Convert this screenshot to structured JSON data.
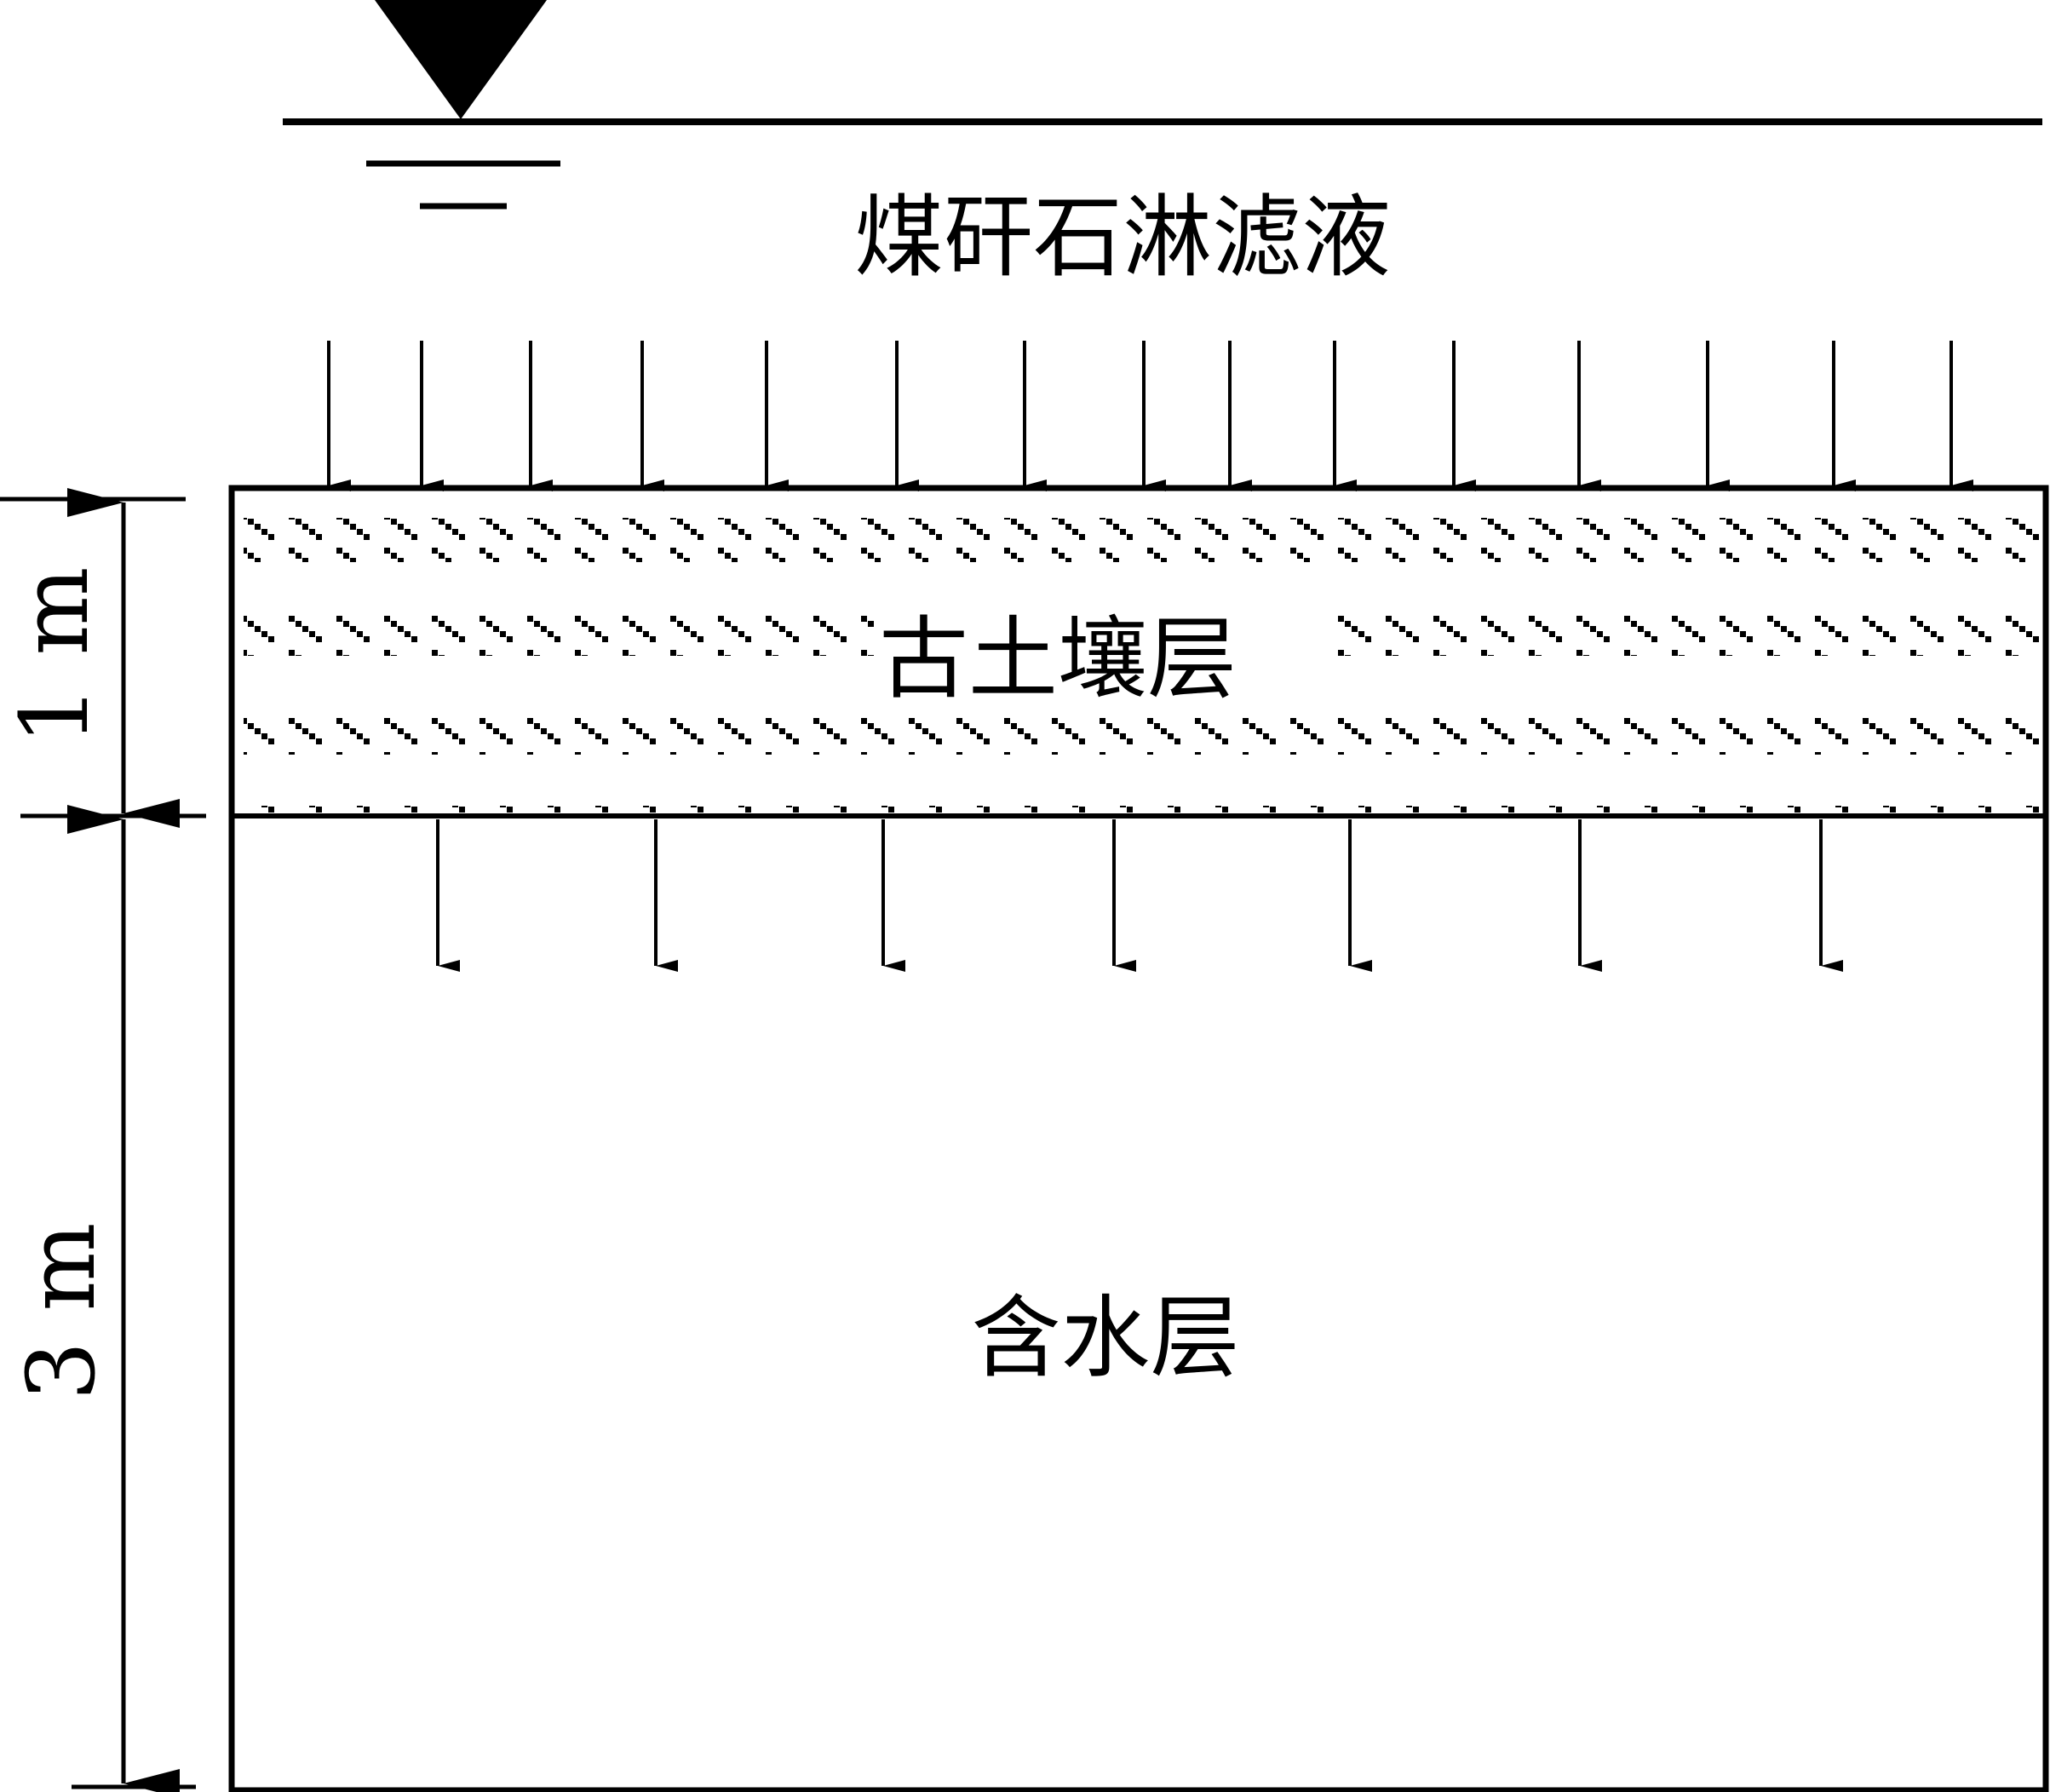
{
  "labels": {
    "leachate": "煤矸石淋滤液",
    "loess_layer": "古土壤层",
    "aquifer": "含水层",
    "top_thickness": "1 m",
    "bottom_thickness": "3 m"
  },
  "colors": {
    "line": "#000000",
    "background": "#ffffff"
  }
}
